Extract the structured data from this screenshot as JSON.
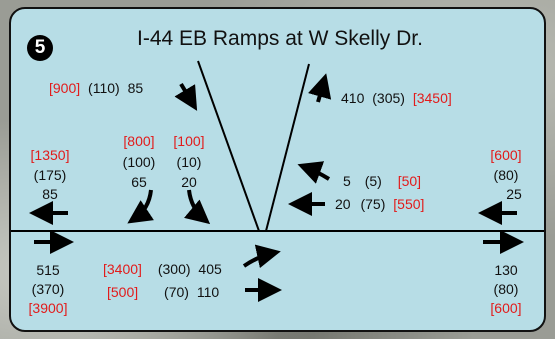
{
  "title": "I-44 EB Ramps at W Skelly Dr.",
  "badge": "5",
  "colors": {
    "panel": "#b7dde6",
    "highlight": "#e21b1b",
    "ink": "#111111"
  },
  "nw_ramp": {
    "red": "[900]",
    "pm": "(110)",
    "am": "85"
  },
  "ne_ramp": {
    "am": "410",
    "pm": "(305)",
    "red": "[3450]"
  },
  "west_left": {
    "red": "[1350]",
    "pm": "(175)",
    "am": "85"
  },
  "south_right": {
    "red": "[800]",
    "pm": "(100)",
    "am": "65"
  },
  "south_left": {
    "red": "[100]",
    "pm": "(10)",
    "am": "20"
  },
  "east_upper": {
    "am": "5",
    "pm": "(5)",
    "red": "[50]"
  },
  "east_lower": {
    "am": "20",
    "pm": "(75)",
    "red": "[550]"
  },
  "east_right": {
    "red": "[600]",
    "pm": "(80)",
    "am": "25"
  },
  "west_bottom": {
    "am": "515",
    "pm": "(370)",
    "red": "[3900]"
  },
  "ramp_up": {
    "red": "[3400]",
    "pm": "(300)",
    "am": "405"
  },
  "ramp_thru": {
    "red": "[500]",
    "pm": "(70)",
    "am": "110"
  },
  "east_bottom": {
    "am": "130",
    "pm": "(80)",
    "red": "[600]"
  }
}
